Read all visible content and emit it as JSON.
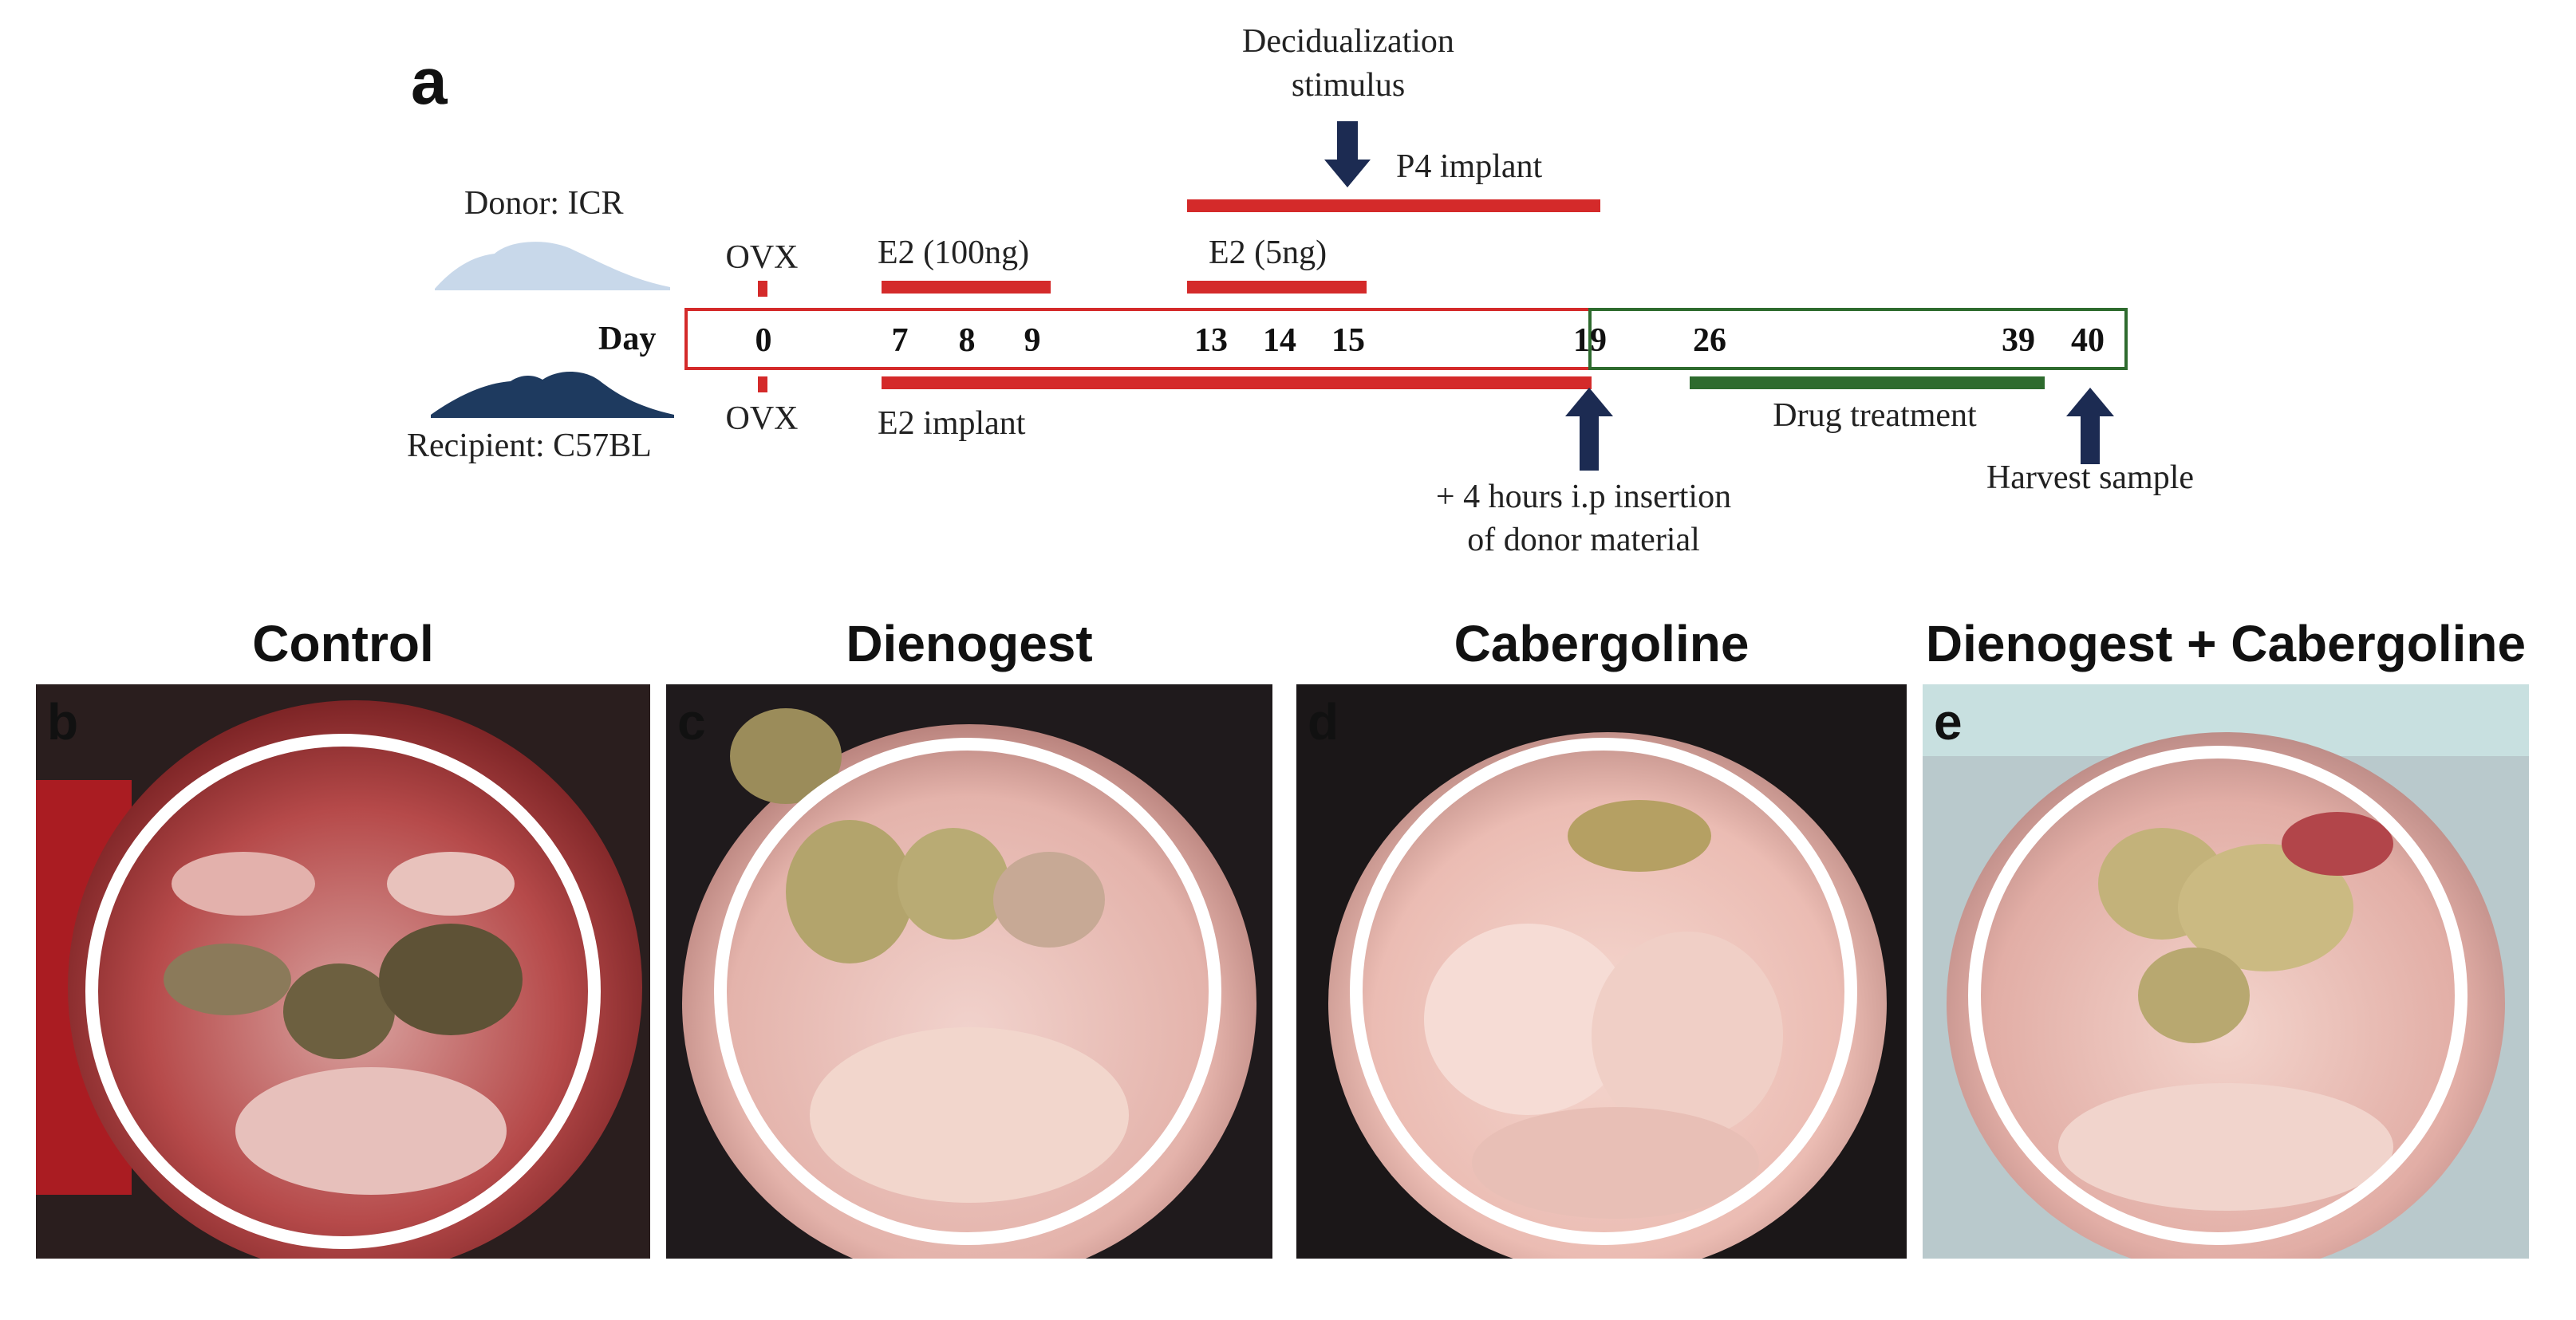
{
  "panel_a": {
    "label": "a",
    "top_annotation_line1": "Decidualization",
    "top_annotation_line2": "stimulus",
    "p4_label": "P4 implant",
    "donor_label": "Donor: ICR",
    "recipient_label": "Recipient: C57BL",
    "ovx_top": "OVX",
    "ovx_bottom": "OVX",
    "e2_100_label": "E2 (100ng)",
    "e2_5_label": "E2 (5ng)",
    "e2_implant_label": "E2 implant",
    "day_label": "Day",
    "days": [
      "0",
      "7",
      "8",
      "9",
      "13",
      "14",
      "15",
      "19",
      "26",
      "39",
      "40"
    ],
    "drug_label": "Drug treatment",
    "insertion_line1": "+ 4 hours i.p insertion",
    "insertion_line2": "of donor material",
    "harvest_label": "Harvest sample"
  },
  "panels": [
    {
      "letter": "b",
      "title": "Control"
    },
    {
      "letter": "c",
      "title": "Dienogest"
    },
    {
      "letter": "d",
      "title": "Cabergoline"
    },
    {
      "letter": "e",
      "title": "Dienogest + Cabergoline"
    }
  ],
  "colors": {
    "red_bar": "#d42a2a",
    "green_bar": "#2e6b2e",
    "navy_arrow": "#1c2b52",
    "donor_mouse": "#c8d8ea",
    "recipient_mouse": "#1e3a5f"
  }
}
